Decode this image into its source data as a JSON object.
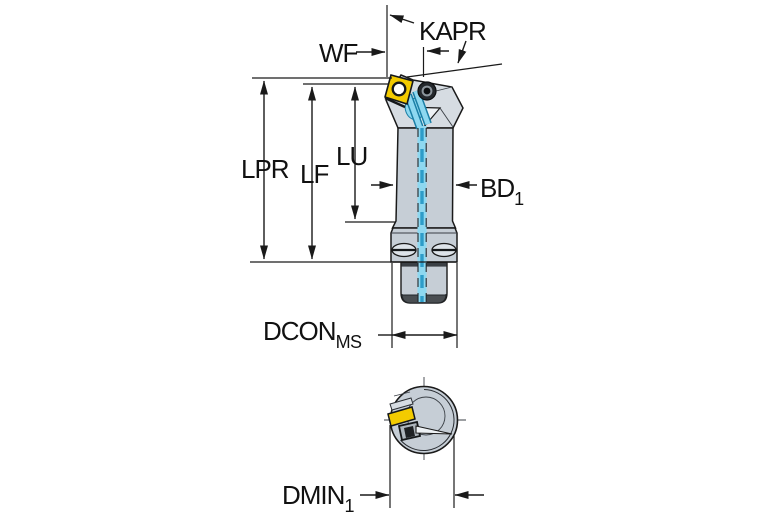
{
  "labels": {
    "kapr": "KAPR",
    "wf": "WF",
    "lpr": "LPR",
    "lf": "LF",
    "lu": "LU",
    "bd": {
      "base": "BD",
      "sub": "1"
    },
    "dcon": {
      "base": "DCON",
      "sub": "MS"
    },
    "dmin": {
      "base": "DMIN",
      "sub": "1"
    }
  },
  "colors": {
    "outline": "#1a1a1a",
    "body_gray": "#c6ced6",
    "facet_light": "#d6dce2",
    "notch_light": "#eef2f5",
    "insert_yellow": "#f3cb00",
    "coolant_light": "#8ed8f0",
    "coolant_mid": "#2e9cc8",
    "coolant_dark": "#1b7fa6",
    "serration_dark": "#4a4e52",
    "screw_dark": "#24282c",
    "screw_gray": "#8c959c"
  }
}
